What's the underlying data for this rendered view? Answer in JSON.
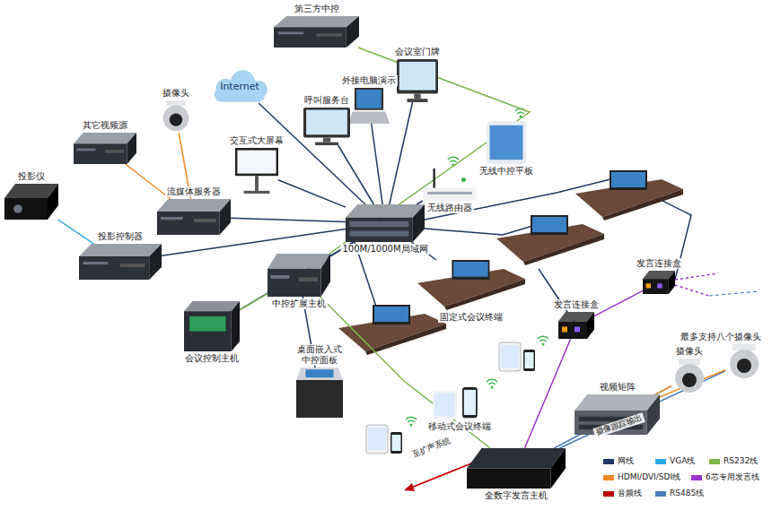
{
  "diagram": {
    "nodes": [
      {
        "text": [
          "第三方中控"
        ]
      },
      {
        "text": [
          "Internet"
        ]
      },
      {
        "text": [
          "摄像头"
        ]
      },
      {
        "text": [
          "其它视频源"
        ]
      },
      {
        "text": [
          "会议室门牌"
        ]
      },
      {
        "text": [
          "外接电脑演示"
        ]
      },
      {
        "text": [
          "呼叫服务台"
        ]
      },
      {
        "text": [
          "交互式大屏幕"
        ]
      },
      {
        "text": [
          "无线中控平板"
        ]
      },
      {
        "text": [
          "无线路由器"
        ]
      },
      {
        "text": [
          "流媒体服务器"
        ]
      },
      {
        "text": [
          "投影仪"
        ]
      },
      {
        "text": [
          "投影控制器"
        ]
      },
      {
        "text": [
          "100M/1000M局域网"
        ]
      },
      {
        "text": [
          "中控扩展主机"
        ]
      },
      {
        "text": [
          "会议控制主机"
        ]
      },
      {
        "text": [
          "固定式会议终端"
        ]
      },
      {
        "text": [
          "发言连接盒"
        ]
      },
      {
        "text": [
          "发言连接盒"
        ]
      },
      {
        "text": [
          "摄像头"
        ]
      },
      {
        "text": [
          "最多支持八个摄像头"
        ]
      },
      {
        "text": [
          "桌面嵌入式 中控面板"
        ]
      },
      {
        "text": [
          "移动式会议终端"
        ]
      },
      {
        "text": [
          "视频矩阵"
        ]
      },
      {
        "text": [
          "全数字发言主机"
        ]
      }
    ],
    "edges": [
      {
        "from": 13,
        "to": 1,
        "arrow": "none"
      },
      {
        "from": 13,
        "to": 4,
        "arrow": "none"
      },
      {
        "from": 13,
        "to": 5,
        "arrow": "none"
      },
      {
        "from": 13,
        "to": 6,
        "arrow": "none"
      },
      {
        "from": 13,
        "to": 7,
        "arrow": "none"
      },
      {
        "from": 13,
        "to": 9,
        "arrow": "none"
      },
      {
        "from": 13,
        "to": 10,
        "arrow": "none"
      },
      {
        "from": 13,
        "to": 12,
        "arrow": "none"
      },
      {
        "from": 13,
        "to": 14,
        "arrow": "none"
      },
      {
        "from": 13,
        "to": 15,
        "arrow": "none"
      },
      {
        "from": 13,
        "to": 16,
        "arrow": "none"
      },
      {
        "from": 0,
        "to": 14,
        "arrow": "none"
      },
      {
        "from": 2,
        "to": 10,
        "arrow": "none"
      },
      {
        "from": 3,
        "to": 10,
        "arrow": "none"
      },
      {
        "from": 12,
        "to": 11,
        "arrow": "none"
      },
      {
        "from": 14,
        "to": 15,
        "arrow": "none"
      },
      {
        "from": 14,
        "to": 21,
        "arrow": "none"
      },
      {
        "from": 24,
        "to": 18,
        "arrow": "none"
      },
      {
        "from": 18,
        "to": 17,
        "arrow": "none"
      },
      {
        "from": 24,
        "to": 19,
        "arrow": "none"
      },
      {
        "from": 24,
        "to": 20,
        "arrow": "none"
      },
      {
        "from": 19,
        "to": 23,
        "arrow": "none"
      },
      {
        "from": 20,
        "to": 23,
        "arrow": "none"
      },
      {
        "from": 24,
        "to": 14,
        "arrow": "none"
      }
    ],
    "labels": [
      "摄像跟踪输出",
      "至扩声系统"
    ],
    "legend": [
      {
        "text": "网线",
        "color": "#1f3864"
      },
      {
        "text": "VGA线",
        "color": "#29a8e0"
      },
      {
        "text": "RS232线",
        "color": "#7ab648"
      },
      {
        "text": "HDMI/DVI/SDI线",
        "color": "#f08a24"
      },
      {
        "text": "6芯专用发言线",
        "color": "#9933cc"
      },
      {
        "text": "音频线",
        "color": "#c00000"
      },
      {
        "text": "RS485线",
        "color": "#4a7ebb"
      }
    ]
  }
}
